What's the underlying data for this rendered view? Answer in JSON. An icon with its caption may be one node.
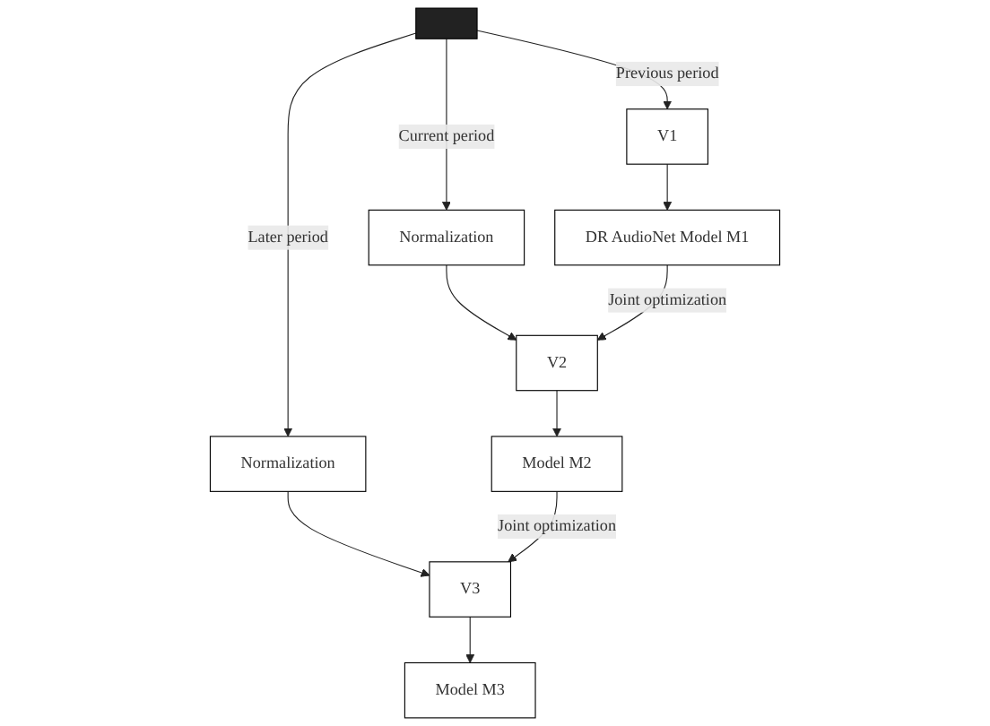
{
  "diagram": {
    "nodes": [
      {
        "text": [],
        "shape": "picture"
      },
      {
        "text": [
          "V1"
        ]
      },
      {
        "text": [
          "Normalization"
        ]
      },
      {
        "text": [
          "Normalization"
        ]
      },
      {
        "text": [
          "V2"
        ]
      },
      {
        "text": [
          "V3"
        ]
      },
      {
        "text": [
          "DR AudioNet Model M1"
        ]
      },
      {
        "text": [
          "Model M2"
        ]
      },
      {
        "text": [
          "Model M3"
        ]
      }
    ],
    "edges": [
      {
        "from": 0,
        "to": 1,
        "arrow": "to",
        "label": "Previous period"
      },
      {
        "from": 0,
        "to": 2,
        "arrow": "to",
        "label": "Current period"
      },
      {
        "from": 0,
        "to": 3,
        "arrow": "to",
        "label": "Later period"
      },
      {
        "from": 1,
        "to": 6,
        "arrow": "to"
      },
      {
        "from": 2,
        "to": 4,
        "arrow": "to"
      },
      {
        "from": 3,
        "to": 5,
        "arrow": "to"
      },
      {
        "from": 4,
        "to": 7,
        "arrow": "to"
      },
      {
        "from": 5,
        "to": 8,
        "arrow": "to"
      },
      {
        "from": 6,
        "to": 4,
        "arrow": "to",
        "label": "Joint optimization"
      },
      {
        "from": 7,
        "to": 5,
        "arrow": "to",
        "label": "Joint optimization"
      }
    ]
  }
}
